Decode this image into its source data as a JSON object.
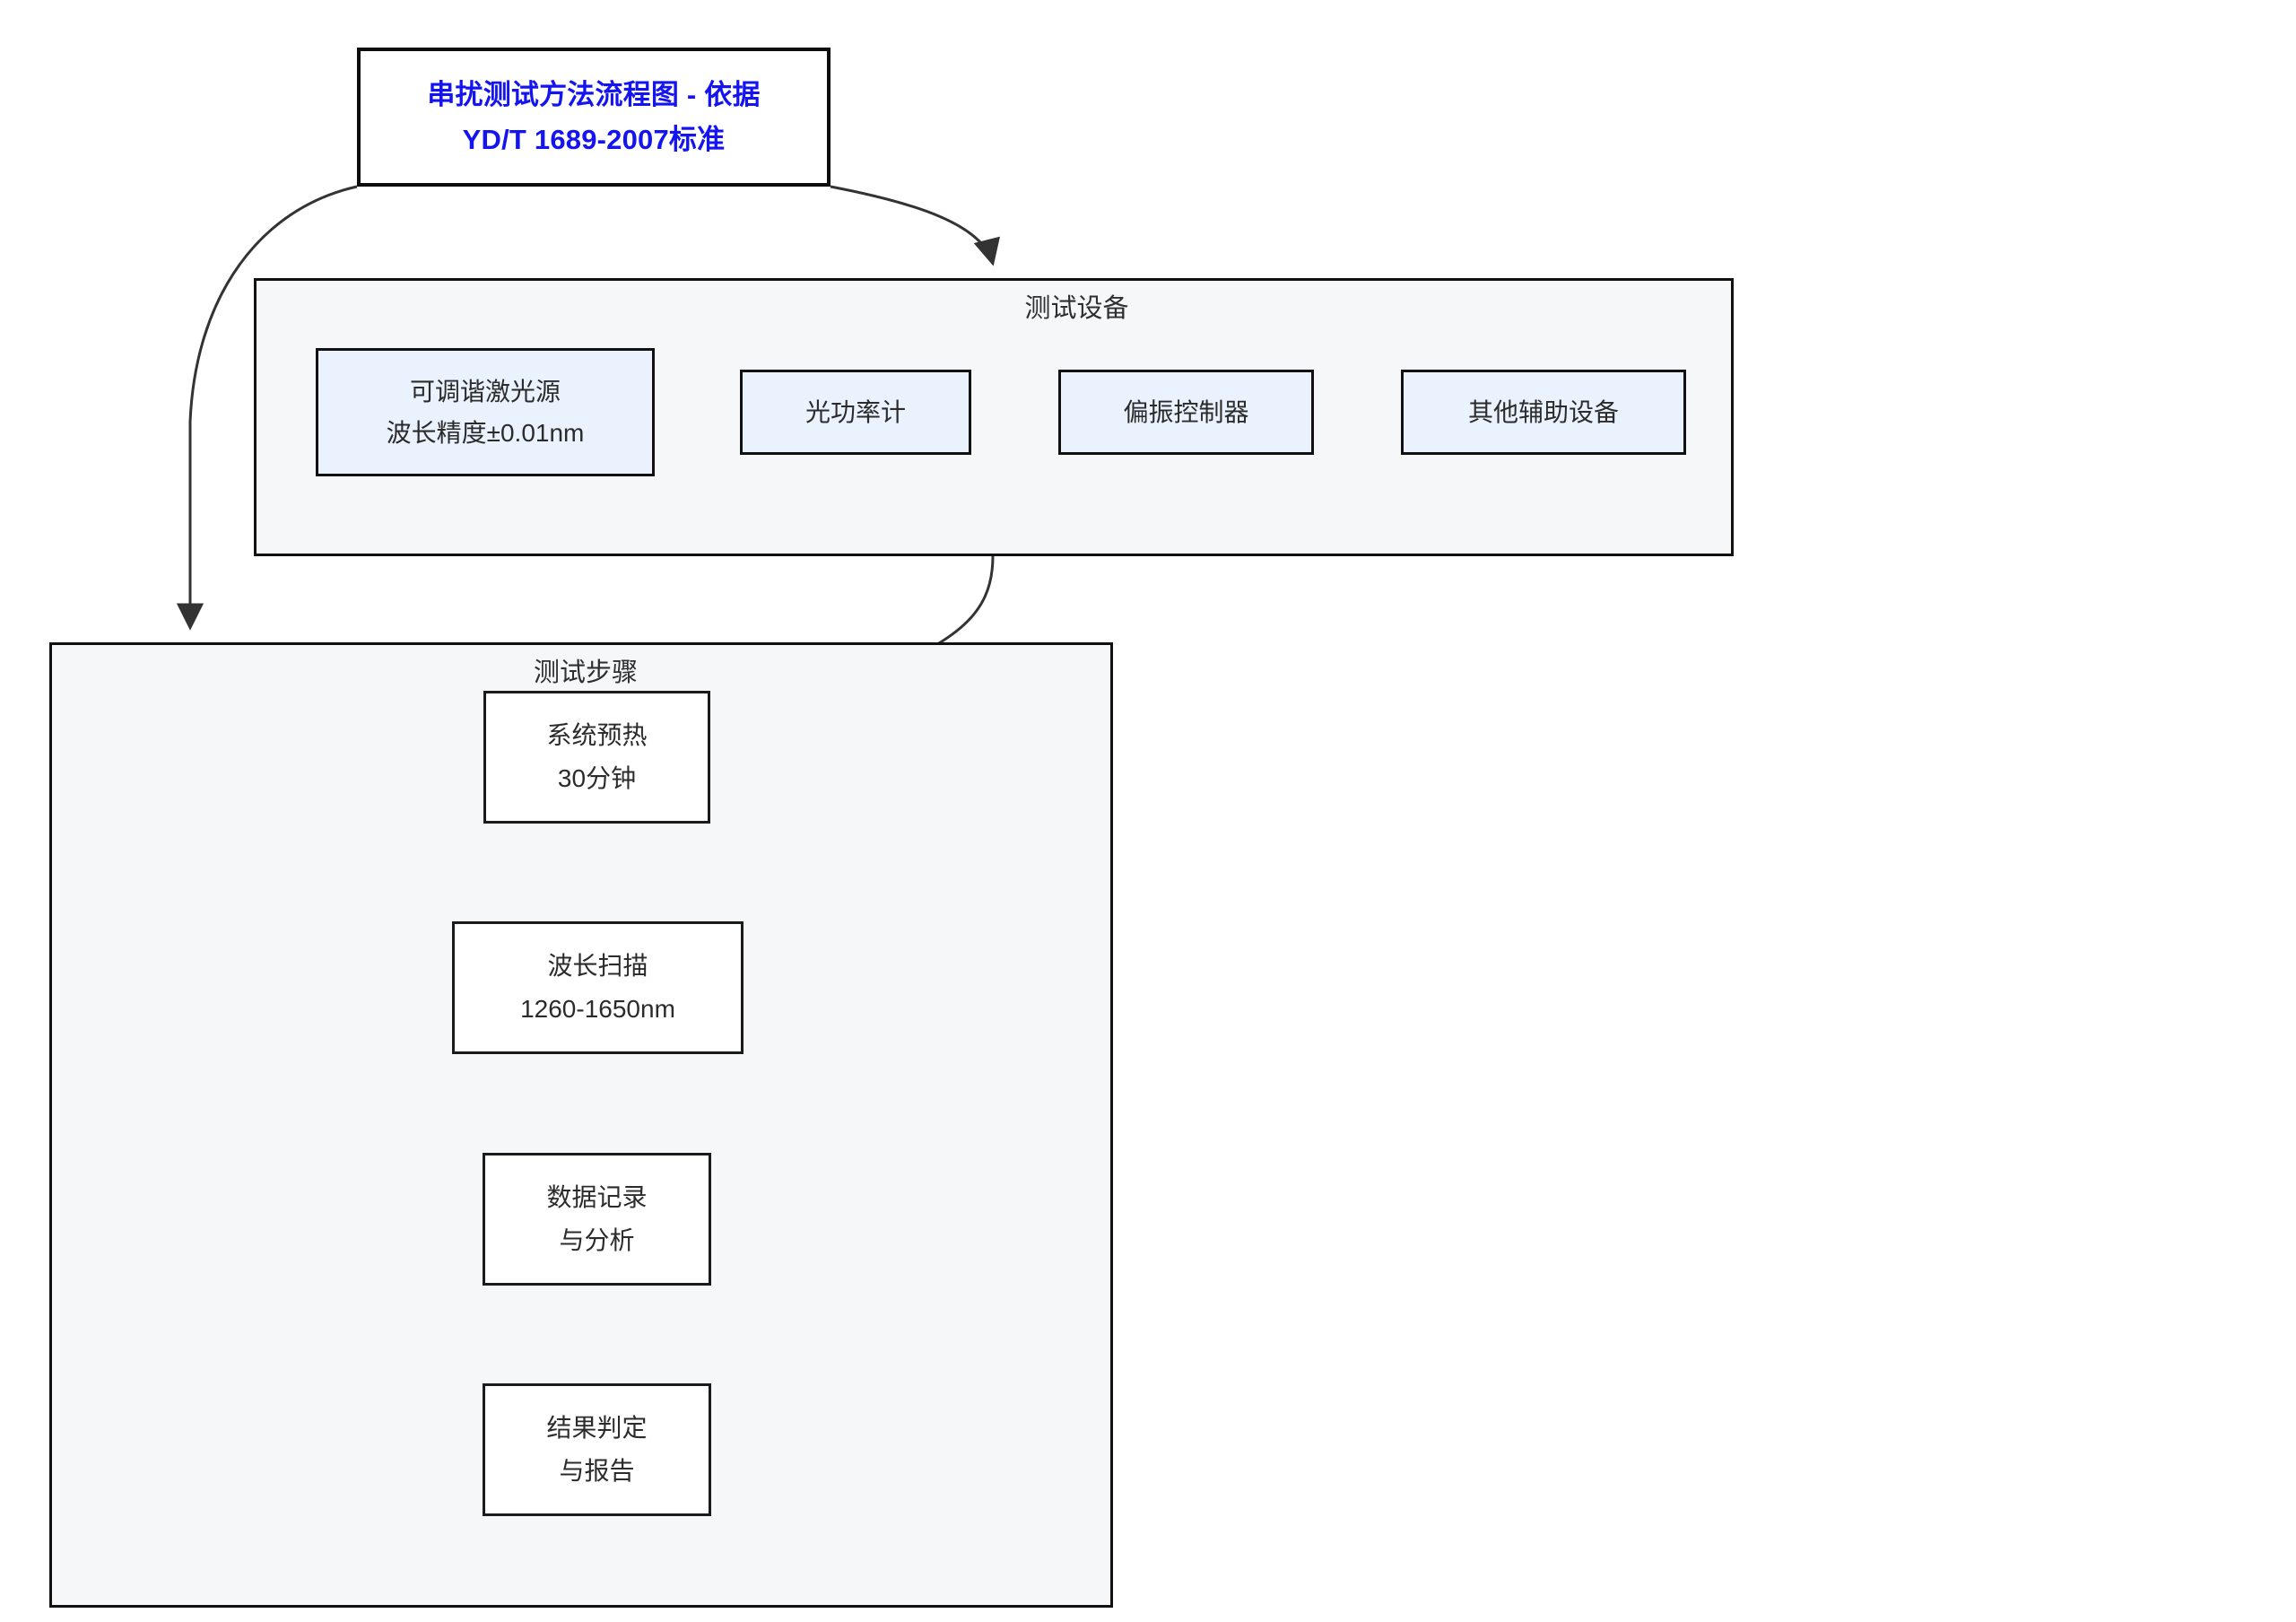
{
  "diagram": {
    "background_color": "#ffffff",
    "title_node": {
      "name": "flowchart-title",
      "lines": [
        "串扰测试方法流程图 - 依据",
        "YD/T 1689-2007标准"
      ],
      "text_color": "#1414f0",
      "border_color": "#0d0d0d",
      "fill_color": "#ffffff"
    },
    "clusters": [
      {
        "id": "equipment",
        "label": "测试设备",
        "fill_color": "#f6f7f9",
        "border_color": "#111111"
      },
      {
        "id": "steps",
        "label": "测试步骤",
        "fill_color": "#f6f7f9",
        "border_color": "#111111"
      }
    ],
    "equipment_nodes": [
      {
        "id": "tunable-laser-source",
        "lines": [
          "可调谐激光源",
          "波长精度±0.01nm"
        ]
      },
      {
        "id": "optical-power-meter",
        "lines": [
          "光功率计"
        ]
      },
      {
        "id": "polarization-controller",
        "lines": [
          "偏振控制器"
        ]
      },
      {
        "id": "other-auxiliary-equipment",
        "lines": [
          "其他辅助设备"
        ]
      }
    ],
    "equipment_node_fill": "#eaf3fd",
    "step_nodes": [
      {
        "id": "system-warmup",
        "lines": [
          "系统预热",
          "30分钟"
        ]
      },
      {
        "id": "wavelength-scan",
        "lines": [
          "波长扫描",
          "1260-1650nm"
        ]
      },
      {
        "id": "data-record-analysis",
        "lines": [
          "数据记录",
          "与分析"
        ]
      },
      {
        "id": "result-judgement-report",
        "lines": [
          "结果判定",
          "与报告"
        ]
      }
    ],
    "step_node_fill": "#ffffff",
    "edges": [
      {
        "id": "title-to-steps",
        "from": "flowchart-title",
        "to": "cluster-steps",
        "style": "curved",
        "arrowhead": "filled-triangle"
      },
      {
        "id": "title-to-equipment",
        "from": "flowchart-title",
        "to": "cluster-equipment",
        "style": "curved",
        "arrowhead": "filled-triangle"
      },
      {
        "id": "equipment-to-warmup",
        "from": "cluster-equipment",
        "to": "system-warmup",
        "style": "curved",
        "arrowhead": "filled-triangle"
      },
      {
        "id": "warmup-to-scan",
        "from": "system-warmup",
        "to": "wavelength-scan",
        "style": "straight",
        "arrowhead": "filled-triangle"
      },
      {
        "id": "scan-to-data",
        "from": "wavelength-scan",
        "to": "data-record-analysis",
        "style": "straight",
        "arrowhead": "filled-triangle"
      },
      {
        "id": "data-to-result",
        "from": "data-record-analysis",
        "to": "result-judgement-report",
        "style": "straight",
        "arrowhead": "filled-triangle"
      }
    ],
    "edge_color": "#333333"
  }
}
